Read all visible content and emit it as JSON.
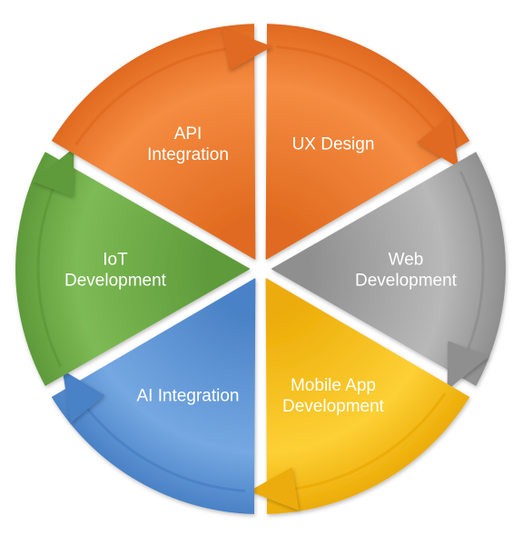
{
  "diagram": {
    "type": "cycle",
    "segments": [
      {
        "label_lines": [
          "UX Design"
        ],
        "color": "#ee7a2f",
        "gradient_light": "#f58c40",
        "gradient_dark": "#e06a20"
      },
      {
        "label_lines": [
          "Web",
          "Development"
        ],
        "color": "#a6a6a6",
        "gradient_light": "#b8b8b8",
        "gradient_dark": "#8f8f8f"
      },
      {
        "label_lines": [
          "Mobile App",
          "Development"
        ],
        "color": "#f6bd1c",
        "gradient_light": "#fdd035",
        "gradient_dark": "#ecac07"
      },
      {
        "label_lines": [
          "AI Integration"
        ],
        "color": "#5b93d4",
        "gradient_light": "#75a8e2",
        "gradient_dark": "#4a82c6"
      },
      {
        "label_lines": [
          "IoT",
          "Development"
        ],
        "color": "#6dab46",
        "gradient_light": "#7dbb55",
        "gradient_dark": "#5e9a3a"
      },
      {
        "label_lines": [
          "API",
          "Integration"
        ],
        "color": "#ee7a2f",
        "gradient_light": "#f58c40",
        "gradient_dark": "#e06a20"
      }
    ]
  }
}
